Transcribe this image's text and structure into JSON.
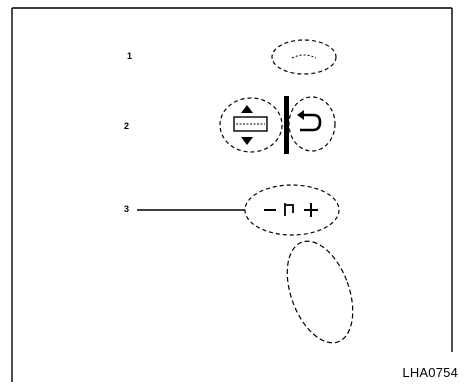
{
  "callouts": [
    {
      "id": "1",
      "text": "1"
    },
    {
      "id": "2",
      "text": "2"
    },
    {
      "id": "3",
      "text": "3"
    }
  ],
  "figure_code": "LHA0754",
  "icons": {
    "button_1": "blank-button-icon",
    "button_2_left": "up-down-mode-icon",
    "button_2_right": "back-return-icon",
    "button_3": "volume-minus-plus-icon",
    "lower_button": "blank-oval-button-icon"
  },
  "colors": {
    "line": "#000000",
    "background": "#ffffff"
  }
}
